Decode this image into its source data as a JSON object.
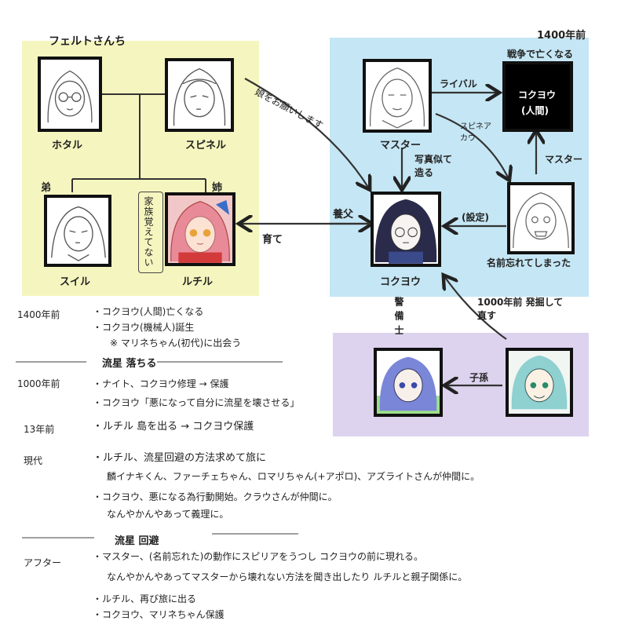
{
  "colors": {
    "yellow_region": "#f5f6bf",
    "blue_region": "#c5e6f4",
    "purple_region": "#ddd3ee",
    "ink": "#222222",
    "box": "#000000"
  },
  "date_tag": "1400年前",
  "family": {
    "title": "フェルトさんち",
    "members": {
      "hotaru": "ホタル",
      "spinel": "スピネル",
      "spiel": "スイル",
      "ruchiru": "ルチル"
    },
    "sibling_younger": "弟",
    "sibling_older": "姉",
    "family_note": "家族覚えてない"
  },
  "top_group": {
    "defeat_note": "戦争で亡くなる",
    "master": "マスター",
    "kokuyou_human_line1": "コクヨウ",
    "kokuyou_human_line2": "(人間)",
    "kokuyou": "コクヨウ",
    "forgot_name": "名前忘れてしまった"
  },
  "bottom_group": {
    "left_character": "",
    "right_character": ""
  },
  "relations": {
    "daughter_request": "娘をお願いします",
    "rival": "ライバル",
    "spinel_crafted": "スピネア カウ",
    "photo_made": "写真似て 造る",
    "master_arrow": "マスター",
    "foster_father": "養父",
    "raised": "育て",
    "settings": "(設定)",
    "repaired_1000": "1000年前 発掘して 直す",
    "guard": "警 備 士",
    "descendant": "子孫"
  },
  "timeline": [
    {
      "period": "1400年前",
      "lines": [
        "・コクヨウ(人間)亡くなる",
        "・コクヨウ(機械人)誕生",
        "※ マリネちゃん(初代)に出会う"
      ]
    },
    {
      "period": "",
      "divider": "流星 落ちる"
    },
    {
      "period": "1000年前",
      "lines": [
        "・ナイト、コクヨウ修理 → 保護",
        "・コクヨウ「悪になって自分に流星を壊させる」"
      ]
    },
    {
      "period": "13年前",
      "lines": [
        "・ルチル 島を出る → コクヨウ保護"
      ]
    },
    {
      "period": "現代",
      "lines": [
        "・ルチル、流星回避の方法求めて旅に",
        "麟イナキくん、ファーチェちゃん、ロマリちゃん(+アポロ)、アズライトさんが仲間に。",
        "・コクヨウ、悪になる為行動開始。クラウさんが仲間に。",
        "なんやかんやあって義理に。"
      ]
    },
    {
      "period": "",
      "divider": "流星 回避"
    },
    {
      "period": "アフター",
      "lines": [
        "・マスター、(名前忘れた)の動作にスピリアをうつし コクヨウの前に現れる。",
        "なんやかんやあってマスターから壊れない方法を聞き出したり ルチルと親子関係に。",
        "・ルチル、再び旅に出る",
        "・コクヨウ、マリネちゃん保護"
      ]
    }
  ]
}
